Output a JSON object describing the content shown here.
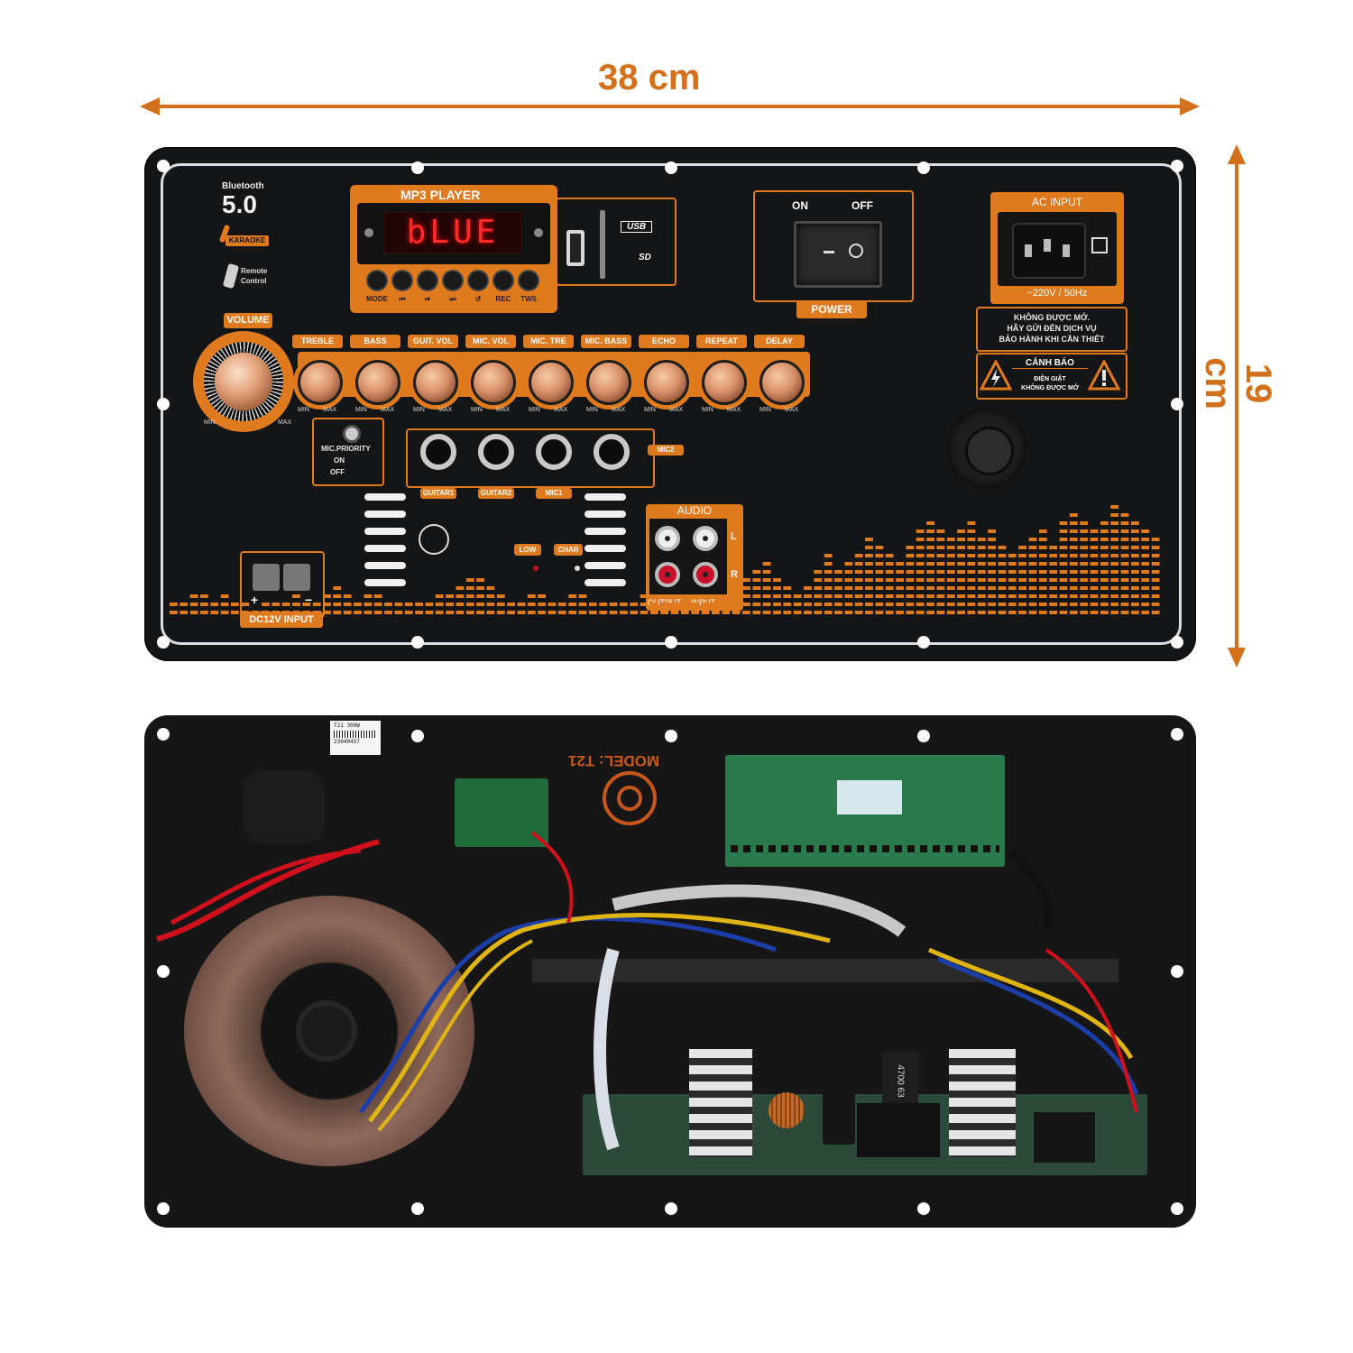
{
  "dimensions": {
    "width_label": "38 cm",
    "height_label": "19 cm",
    "arrow_color": "#d2701c"
  },
  "front_panel": {
    "bluetooth_label": "Bluetooth",
    "bluetooth_version": "5.0",
    "karaoke_label": "KARAOKE",
    "remote_label_1": "Remote",
    "remote_label_2": "Control",
    "mp3_title": "MP3 PLAYER",
    "display_text": "bLUE",
    "mp3_buttons": [
      "MODE",
      "⏮",
      "⏯",
      "⏭",
      "↺",
      "REC",
      "TWS"
    ],
    "usb_label": "USB",
    "sd_label": "SD",
    "power": {
      "on": "ON",
      "off": "OFF",
      "label": "POWER"
    },
    "ac_input": {
      "title": "AC INPUT",
      "rating": "~220V / 50Hz"
    },
    "warning_text": [
      "KHÔNG ĐƯỢC MỞ.",
      "HÃY GỬI ĐẾN DỊCH VỤ",
      "BẢO HÀNH KHI CẦN THIẾT"
    ],
    "caution_title": "CẢNH BÁO",
    "caution_sub": [
      "ĐIỆN GIẬT",
      "KHÔNG ĐƯỢC MỞ"
    ],
    "volume": {
      "label": "VOLUME",
      "min": "MIN",
      "max": "MAX"
    },
    "knobs": [
      "TREBLE",
      "BASS",
      "GUIT. VOL",
      "MIC. VOL",
      "MIC. TRE",
      "MIC. BASS",
      "ECHO",
      "REPEAT",
      "DELAY"
    ],
    "knob_min": "MIN",
    "knob_max": "MAX",
    "mic_priority": {
      "title": "MIC.PRIORITY",
      "on": "ON",
      "off": "OFF"
    },
    "jacks": [
      "GUITAR1",
      "GUITAR2",
      "MIC1",
      "MIC2"
    ],
    "leds": [
      "LOW",
      "CHAR"
    ],
    "audio": {
      "title": "AUDIO",
      "l": "L",
      "r": "R",
      "output": "OUTPUT",
      "input": "INPUT"
    },
    "dc_input": {
      "label": "DC12V INPUT",
      "plus": "+",
      "minus": "−"
    },
    "accent_color": "#e07a1f",
    "eq_levels": [
      2,
      2,
      3,
      3,
      2,
      3,
      2,
      2,
      1,
      2,
      2,
      2,
      3,
      2,
      2,
      3,
      4,
      3,
      2,
      3,
      3,
      2,
      2,
      2,
      2,
      2,
      3,
      3,
      4,
      5,
      5,
      4,
      3,
      2,
      2,
      3,
      3,
      2,
      2,
      3,
      3,
      2,
      2,
      2,
      2,
      2,
      3,
      2,
      2,
      2,
      2,
      3,
      3,
      3,
      2,
      4,
      5,
      6,
      7,
      5,
      4,
      3,
      4,
      6,
      8,
      6,
      7,
      8,
      10,
      9,
      8,
      7,
      9,
      11,
      12,
      11,
      10,
      11,
      12,
      10,
      11,
      9,
      8,
      9,
      10,
      11,
      9,
      12,
      13,
      12,
      11,
      12,
      14,
      13,
      12,
      11,
      10
    ]
  },
  "back_panel": {
    "model_text": "MODEL: T21",
    "sticker_line1": "T21 300W",
    "sticker_line2": "23040457",
    "capacitor_text": "4700 63"
  }
}
